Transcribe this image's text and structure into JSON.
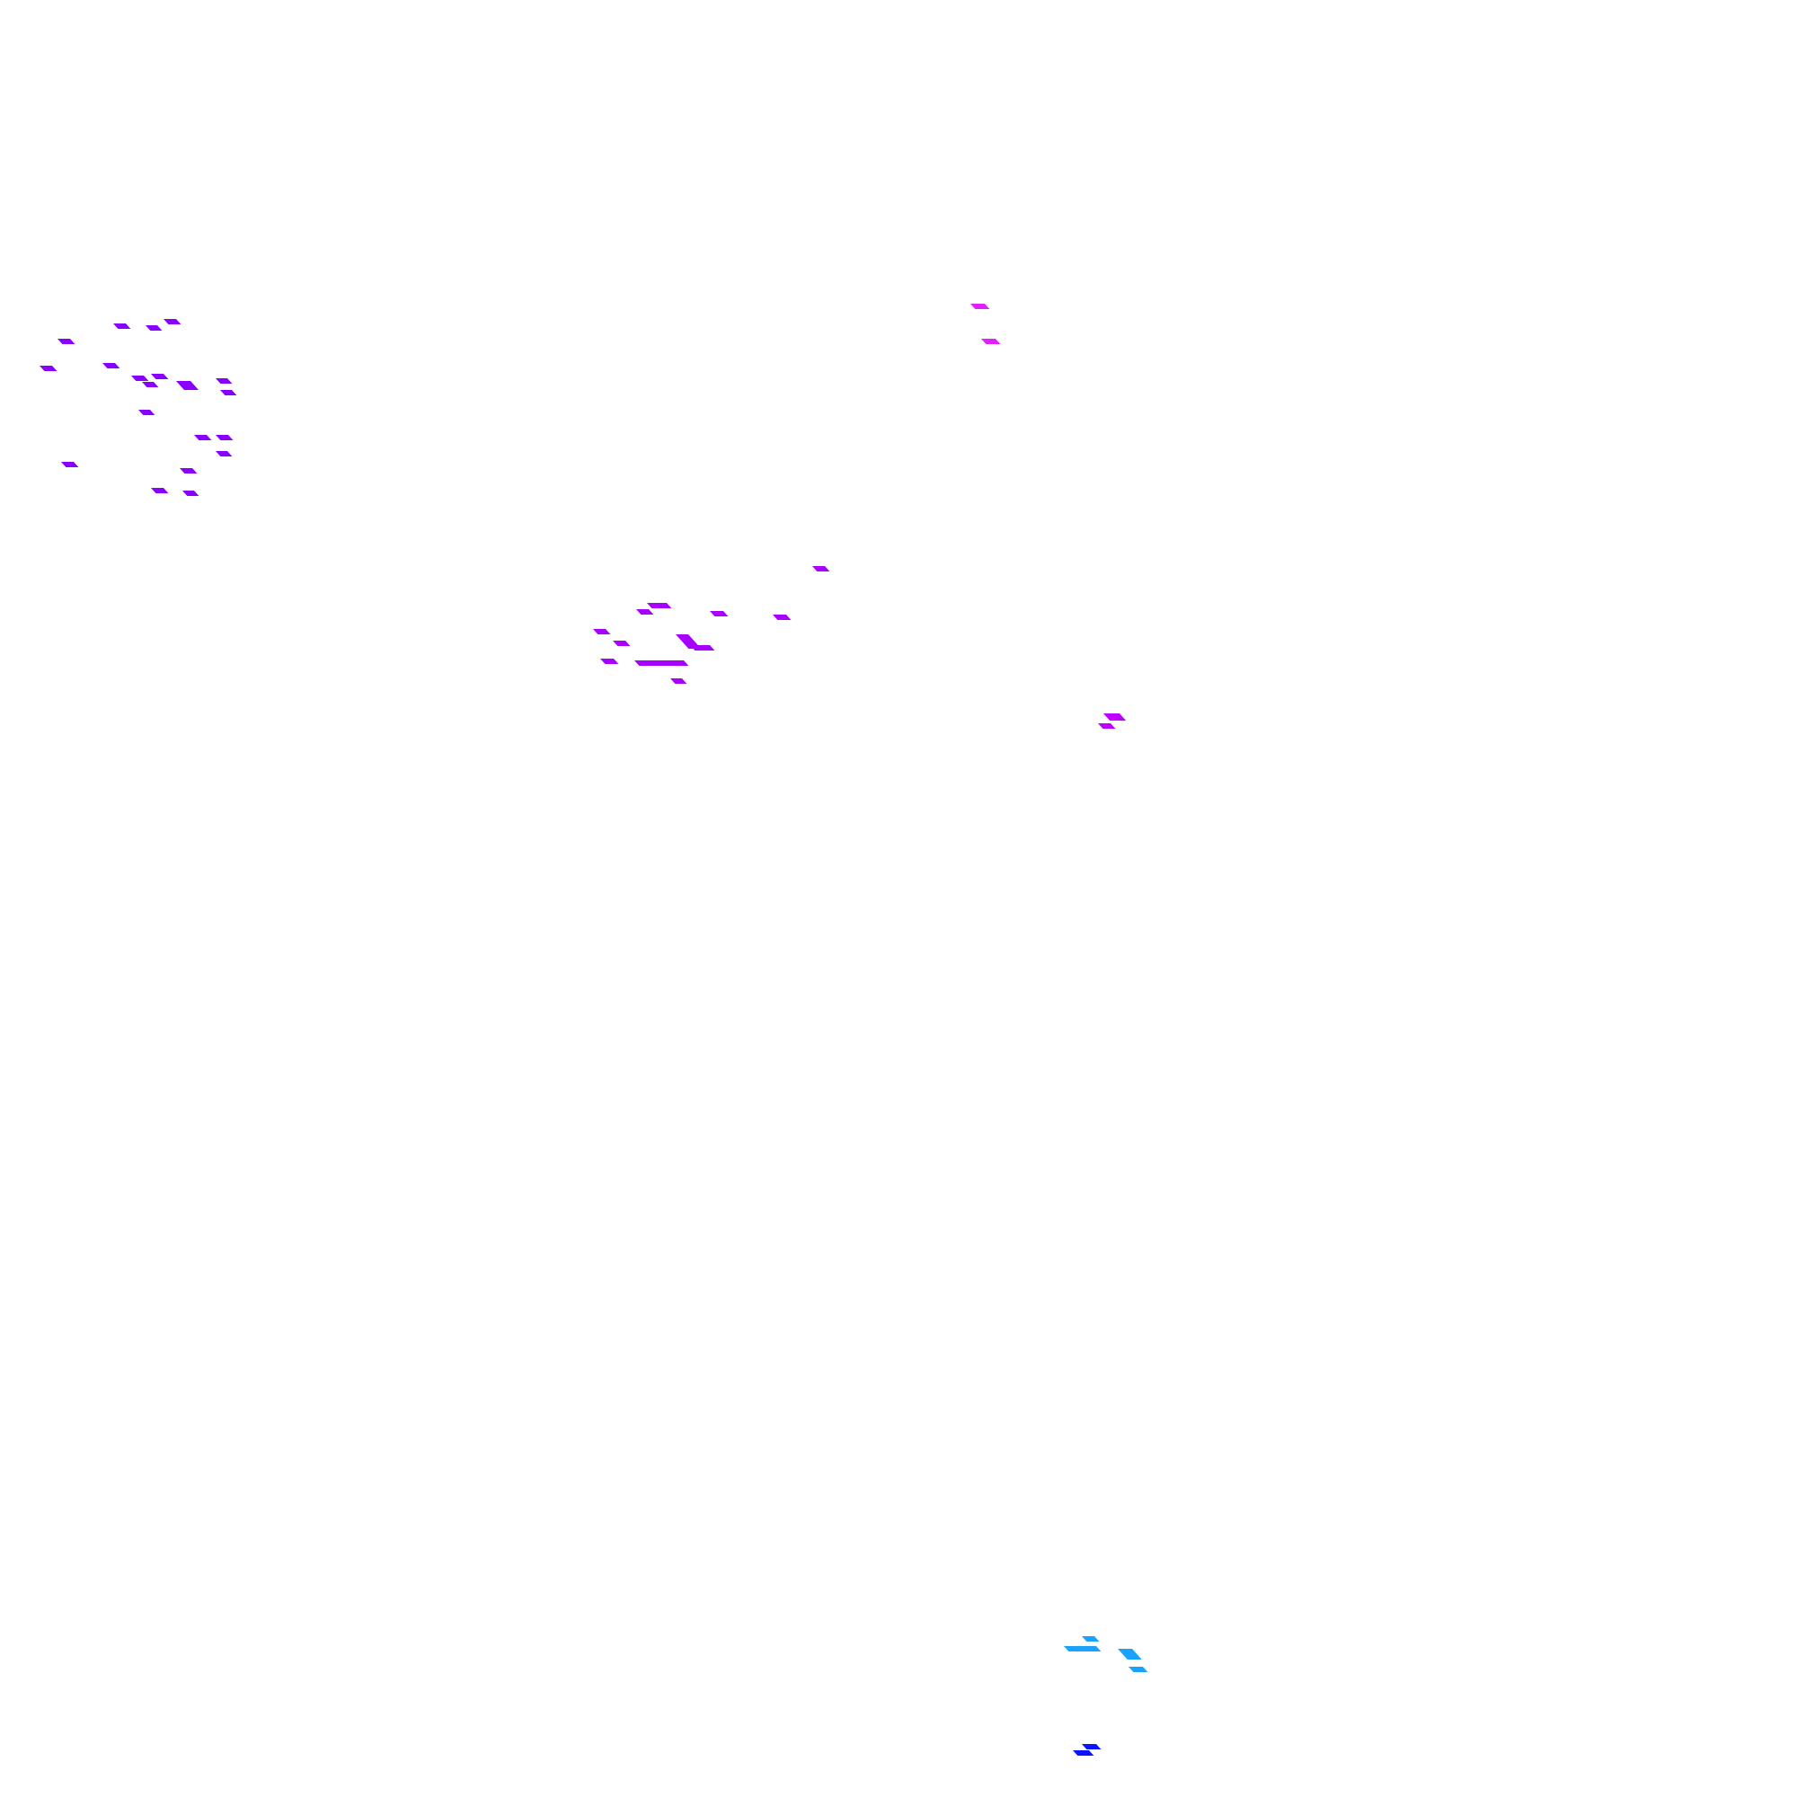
{
  "background_color": "#ffffff",
  "colors": {
    "magenta": "#c000ff",
    "violet": "#8a00ff",
    "purple": "#a800ff",
    "pink": "#e020ff",
    "sky": "#19a3ff",
    "blue": "#0a14ff"
  },
  "clusters": [
    {
      "name": "upper-left-cluster",
      "color_key": "violet"
    },
    {
      "name": "center-cluster",
      "color_key": "purple"
    },
    {
      "name": "upper-right-pair",
      "color_key": "pink"
    },
    {
      "name": "right-single",
      "color_key": "magenta"
    },
    {
      "name": "lower-cyan-cluster",
      "color_key": "sky"
    },
    {
      "name": "lower-blue-single",
      "color_key": "blue"
    }
  ]
}
